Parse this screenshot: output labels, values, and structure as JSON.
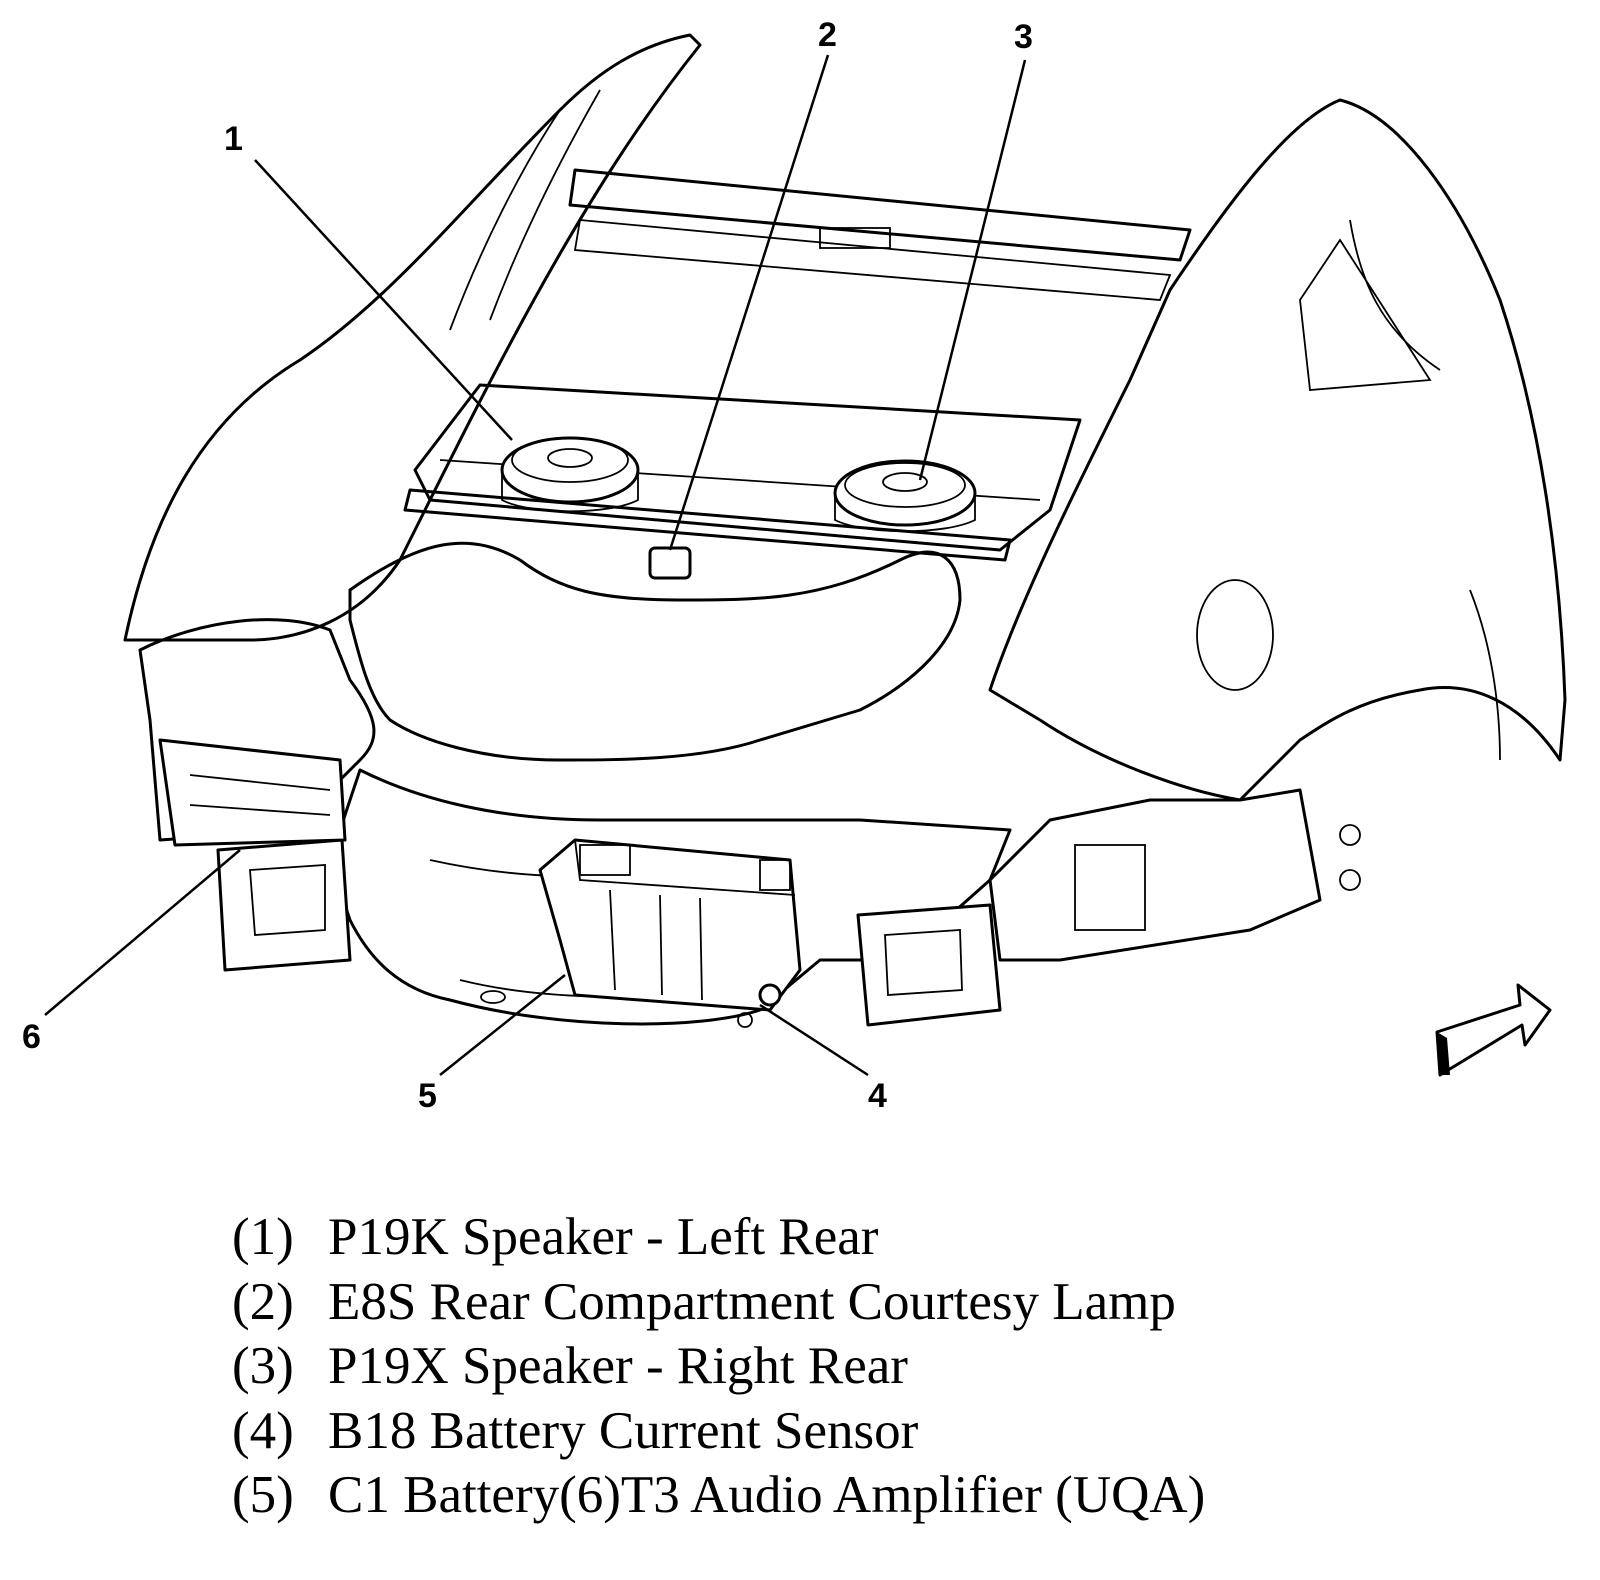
{
  "callouts": [
    "1",
    "2",
    "3",
    "4",
    "5",
    "6"
  ],
  "legend": [
    {
      "num": "(1)",
      "text": "P19K Speaker - Left Rear"
    },
    {
      "num": "(2)",
      "text": "E8S Rear Compartment Courtesy Lamp"
    },
    {
      "num": "(3)",
      "text": "P19X Speaker - Right Rear"
    },
    {
      "num": "(4)",
      "text": "B18 Battery Current Sensor"
    },
    {
      "num": "(5)",
      "text": "C1 Battery(6)T3 Audio Amplifier (UQA)"
    }
  ]
}
